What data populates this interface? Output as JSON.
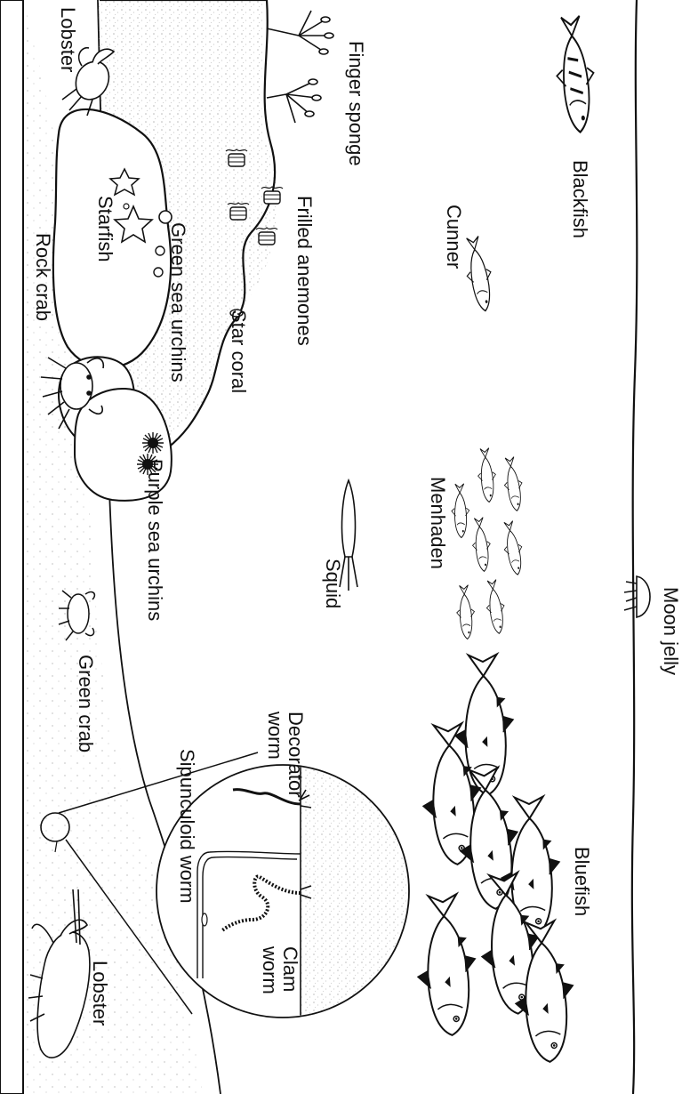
{
  "labels": {
    "lobster_top": "Lobster",
    "finger_sponge": "Finger sponge",
    "blackfish": "Blackfish",
    "cunner": "Cunner",
    "starfish": "Starfish",
    "green_sea_urchins": "Green sea urchins",
    "frilled_anemones": "Frilled anemones",
    "rock_crab": "Rock crab",
    "star_coral": "Star coral",
    "purple_sea_urchins": "Purple sea urchins",
    "menhaden": "Menhaden",
    "squid": "Squid",
    "moon_jelly": "Moon jelly",
    "green_crab": "Green crab",
    "decorator_worm": "Decorator\nworm",
    "sipunculoid_worm": "Sipunculoid worm",
    "bluefish": "Bluefish",
    "clam_worm": "Clam\nworm",
    "lobster_bottom": "Lobster"
  },
  "colors": {
    "ink": "#111111",
    "paper": "#ffffff",
    "sediment": "#8a8a8a"
  }
}
